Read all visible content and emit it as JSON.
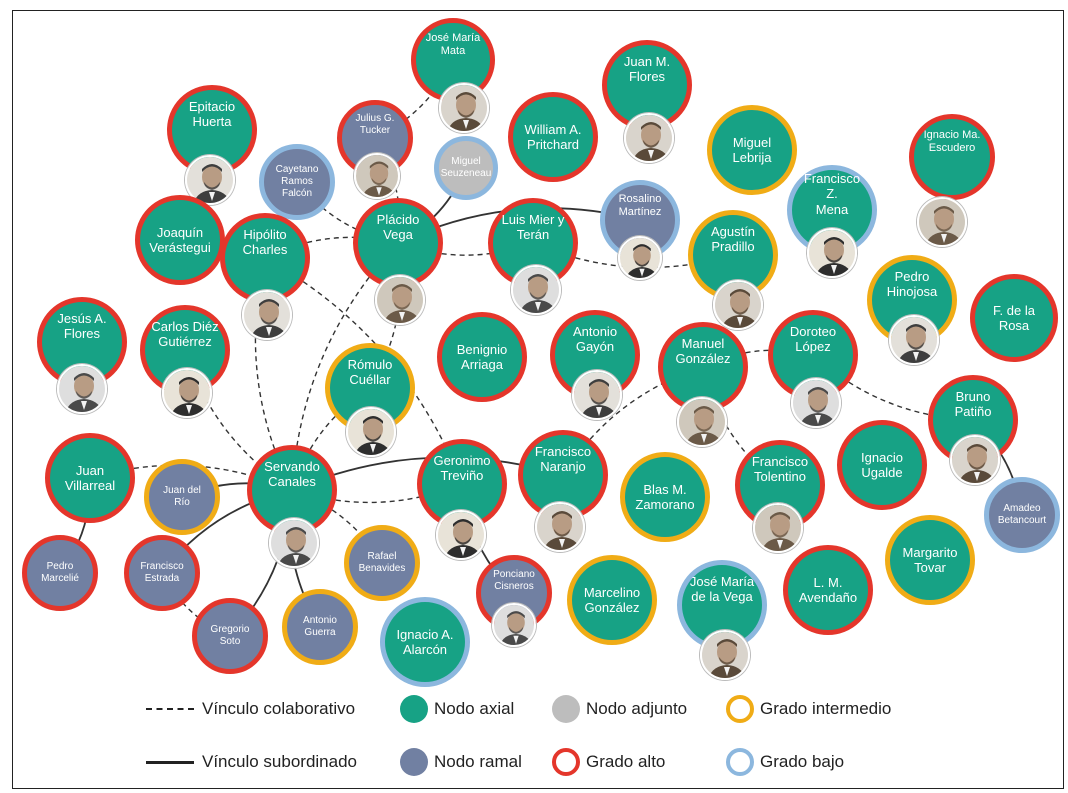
{
  "nodes": [
    {
      "id": "mata",
      "label": "José María\nMata",
      "type": "axial",
      "grade": "alto",
      "photo": true
    },
    {
      "id": "huerta",
      "label": "Epitacio\nHuerta",
      "type": "axial",
      "grade": "alto",
      "photo": true
    },
    {
      "id": "tucker",
      "label": "Julius G.\nTucker",
      "type": "ramal",
      "grade": "alto",
      "photo": true
    },
    {
      "id": "seuzeneau",
      "label": "Miguel\nSeuzeneau",
      "type": "adjunto",
      "grade": "bajo",
      "photo": false
    },
    {
      "id": "pritchard",
      "label": "William A.\nPritchard",
      "type": "axial",
      "grade": "alto",
      "photo": false
    },
    {
      "id": "jmflores",
      "label": "Juan M.\nFlores",
      "type": "axial",
      "grade": "alto",
      "photo": true
    },
    {
      "id": "lebrija",
      "label": "Miguel\nLebrija",
      "type": "axial",
      "grade": "inter",
      "photo": false
    },
    {
      "id": "escudero",
      "label": "Ignacio Ma.\nEscudero",
      "type": "axial",
      "grade": "alto",
      "photo": true
    },
    {
      "id": "falcon",
      "label": "Cayetano\nRamos\nFalcón",
      "type": "ramal",
      "grade": "bajo",
      "photo": false
    },
    {
      "id": "mena",
      "label": "Francisco Z.\nMena",
      "type": "axial",
      "grade": "bajo",
      "photo": true
    },
    {
      "id": "verastegui",
      "label": "Joaquín\nVerástegui",
      "type": "axial",
      "grade": "alto",
      "photo": false
    },
    {
      "id": "charles",
      "label": "Hipólito\nCharles",
      "type": "axial",
      "grade": "alto",
      "photo": true
    },
    {
      "id": "vega",
      "label": "Plácido\nVega",
      "type": "axial",
      "grade": "alto",
      "photo": true
    },
    {
      "id": "mier",
      "label": "Luis Mier y\nTerán",
      "type": "axial",
      "grade": "alto",
      "photo": true
    },
    {
      "id": "martinez",
      "label": "Rosalino\nMartínez",
      "type": "ramal",
      "grade": "bajo",
      "photo": true
    },
    {
      "id": "pradillo",
      "label": "Agustín\nPradillo",
      "type": "axial",
      "grade": "inter",
      "photo": true
    },
    {
      "id": "hinojosa",
      "label": "Pedro\nHinojosa",
      "type": "axial",
      "grade": "inter",
      "photo": true
    },
    {
      "id": "rosa",
      "label": "F. de la\nRosa",
      "type": "axial",
      "grade": "alto",
      "photo": false
    },
    {
      "id": "jaflores",
      "label": "Jesús A.\nFlores",
      "type": "axial",
      "grade": "alto",
      "photo": true
    },
    {
      "id": "diez",
      "label": "Carlos Diéz\nGutiérrez",
      "type": "axial",
      "grade": "alto",
      "photo": true
    },
    {
      "id": "arriaga",
      "label": "Benignio\nArriaga",
      "type": "axial",
      "grade": "alto",
      "photo": false
    },
    {
      "id": "gayon",
      "label": "Antonio\nGayón",
      "type": "axial",
      "grade": "alto",
      "photo": true
    },
    {
      "id": "gonzalez",
      "label": "Manuel\nGonzález",
      "type": "axial",
      "grade": "alto",
      "photo": true
    },
    {
      "id": "lopez",
      "label": "Doroteo\nLópez",
      "type": "axial",
      "grade": "alto",
      "photo": true
    },
    {
      "id": "cuellar",
      "label": "Rómulo\nCuéllar",
      "type": "axial",
      "grade": "inter",
      "photo": true
    },
    {
      "id": "patino",
      "label": "Bruno\nPatiño",
      "type": "axial",
      "grade": "alto",
      "photo": true
    },
    {
      "id": "villarreal",
      "label": "Juan\nVillarreal",
      "type": "axial",
      "grade": "alto",
      "photo": false
    },
    {
      "id": "delrio",
      "label": "Juan del\nRío",
      "type": "ramal",
      "grade": "inter",
      "photo": false
    },
    {
      "id": "canales",
      "label": "Servando\nCanales",
      "type": "axial",
      "grade": "alto",
      "photo": true
    },
    {
      "id": "trevino",
      "label": "Geronimo\nTreviño",
      "type": "axial",
      "grade": "alto",
      "photo": true
    },
    {
      "id": "naranjo",
      "label": "Francisco\nNaranjo",
      "type": "axial",
      "grade": "alto",
      "photo": true
    },
    {
      "id": "zamorano",
      "label": "Blas M.\nZamorano",
      "type": "axial",
      "grade": "inter",
      "photo": false
    },
    {
      "id": "tolentino",
      "label": "Francisco\nTolentino",
      "type": "axial",
      "grade": "alto",
      "photo": true
    },
    {
      "id": "ugalde",
      "label": "Ignacio\nUgalde",
      "type": "axial",
      "grade": "alto",
      "photo": false
    },
    {
      "id": "betancourt",
      "label": "Amadeo\nBetancourt",
      "type": "ramal",
      "grade": "bajo",
      "photo": false
    },
    {
      "id": "marcelie",
      "label": "Pedro\nMarcelié",
      "type": "ramal",
      "grade": "alto",
      "photo": false
    },
    {
      "id": "estrada",
      "label": "Francisco\nEstrada",
      "type": "ramal",
      "grade": "alto",
      "photo": false
    },
    {
      "id": "benavides",
      "label": "Rafael\nBenavides",
      "type": "ramal",
      "grade": "inter",
      "photo": false
    },
    {
      "id": "cisneros",
      "label": "Ponciano\nCisneros",
      "type": "ramal",
      "grade": "alto",
      "photo": true
    },
    {
      "id": "mgonzalez",
      "label": "Marcelino\nGonzález",
      "type": "axial",
      "grade": "inter",
      "photo": false
    },
    {
      "id": "delavega",
      "label": "José María\nde la Vega",
      "type": "axial",
      "grade": "bajo",
      "photo": true
    },
    {
      "id": "avendano",
      "label": "L. M.\nAvendaño",
      "type": "axial",
      "grade": "alto",
      "photo": false
    },
    {
      "id": "tovar",
      "label": "Margarito\nTovar",
      "type": "axial",
      "grade": "inter",
      "photo": false
    },
    {
      "id": "soto",
      "label": "Gregorio\nSoto",
      "type": "ramal",
      "grade": "alto",
      "photo": false
    },
    {
      "id": "guerra",
      "label": "Antonio\nGuerra",
      "type": "ramal",
      "grade": "inter",
      "photo": false
    },
    {
      "id": "alarcon",
      "label": "Ignacio A.\nAlarcón",
      "type": "axial",
      "grade": "bajo",
      "photo": false
    }
  ],
  "edges": [
    {
      "from": "tucker",
      "to": "mata",
      "kind": "colaborativo"
    },
    {
      "from": "tucker",
      "to": "vega",
      "kind": "colaborativo"
    },
    {
      "from": "falcon",
      "to": "vega",
      "kind": "colaborativo"
    },
    {
      "from": "seuzeneau",
      "to": "vega",
      "kind": "subordinado"
    },
    {
      "from": "vega",
      "to": "mier",
      "kind": "colaborativo"
    },
    {
      "from": "vega",
      "to": "martinez",
      "kind": "subordinado"
    },
    {
      "from": "mier",
      "to": "pradillo",
      "kind": "colaborativo"
    },
    {
      "from": "charles",
      "to": "vega",
      "kind": "colaborativo"
    },
    {
      "from": "charles",
      "to": "canales",
      "kind": "colaborativo"
    },
    {
      "from": "charles",
      "to": "trevino",
      "kind": "colaborativo"
    },
    {
      "from": "vega",
      "to": "canales",
      "kind": "colaborativo"
    },
    {
      "from": "vega",
      "to": "cuellar",
      "kind": "colaborativo"
    },
    {
      "from": "diez",
      "to": "canales",
      "kind": "colaborativo"
    },
    {
      "from": "villarreal",
      "to": "canales",
      "kind": "colaborativo"
    },
    {
      "from": "canales",
      "to": "trevino",
      "kind": "colaborativo"
    },
    {
      "from": "canales",
      "to": "cuellar",
      "kind": "colaborativo"
    },
    {
      "from": "canales",
      "to": "delrio",
      "kind": "subordinado"
    },
    {
      "from": "canales",
      "to": "benavides",
      "kind": "colaborativo"
    },
    {
      "from": "canales",
      "to": "estrada",
      "kind": "subordinado"
    },
    {
      "from": "canales",
      "to": "soto",
      "kind": "subordinado"
    },
    {
      "from": "canales",
      "to": "guerra",
      "kind": "subordinado"
    },
    {
      "from": "canales",
      "to": "naranjo",
      "kind": "subordinado"
    },
    {
      "from": "estrada",
      "to": "soto",
      "kind": "colaborativo"
    },
    {
      "from": "villarreal",
      "to": "marcelie",
      "kind": "subordinado"
    },
    {
      "from": "trevino",
      "to": "cisneros",
      "kind": "subordinado"
    },
    {
      "from": "naranjo",
      "to": "gonzalez",
      "kind": "colaborativo"
    },
    {
      "from": "gonzalez",
      "to": "tolentino",
      "kind": "colaborativo"
    },
    {
      "from": "gonzalez",
      "to": "lopez",
      "kind": "colaborativo"
    },
    {
      "from": "lopez",
      "to": "patino",
      "kind": "colaborativo"
    },
    {
      "from": "patino",
      "to": "betancourt",
      "kind": "subordinado"
    }
  ],
  "legend": [
    {
      "id": "colaborativo",
      "label": "Vínculo colaborativo",
      "kind": "line-dashed"
    },
    {
      "id": "axial",
      "label": "Nodo axial",
      "kind": "dot-axial"
    },
    {
      "id": "adjunto",
      "label": "Nodo adjunto",
      "kind": "dot-adjunto"
    },
    {
      "id": "intermedio",
      "label": "Grado intermedio",
      "kind": "ring-inter"
    },
    {
      "id": "subordinado",
      "label": "Vínculo subordinado",
      "kind": "line-solid"
    },
    {
      "id": "ramal",
      "label": "Nodo ramal",
      "kind": "dot-ramal"
    },
    {
      "id": "alto",
      "label": "Grado alto",
      "kind": "ring-alto"
    },
    {
      "id": "bajo",
      "label": "Grado bajo",
      "kind": "ring-bajo"
    }
  ],
  "colors": {
    "axial": "#17a285",
    "ramal": "#7180a2",
    "adjunto": "#bdbdbd",
    "alto": "#e4362b",
    "intermedio": "#f0ac16",
    "bajo": "#8cb7de",
    "edge": "#333333"
  }
}
